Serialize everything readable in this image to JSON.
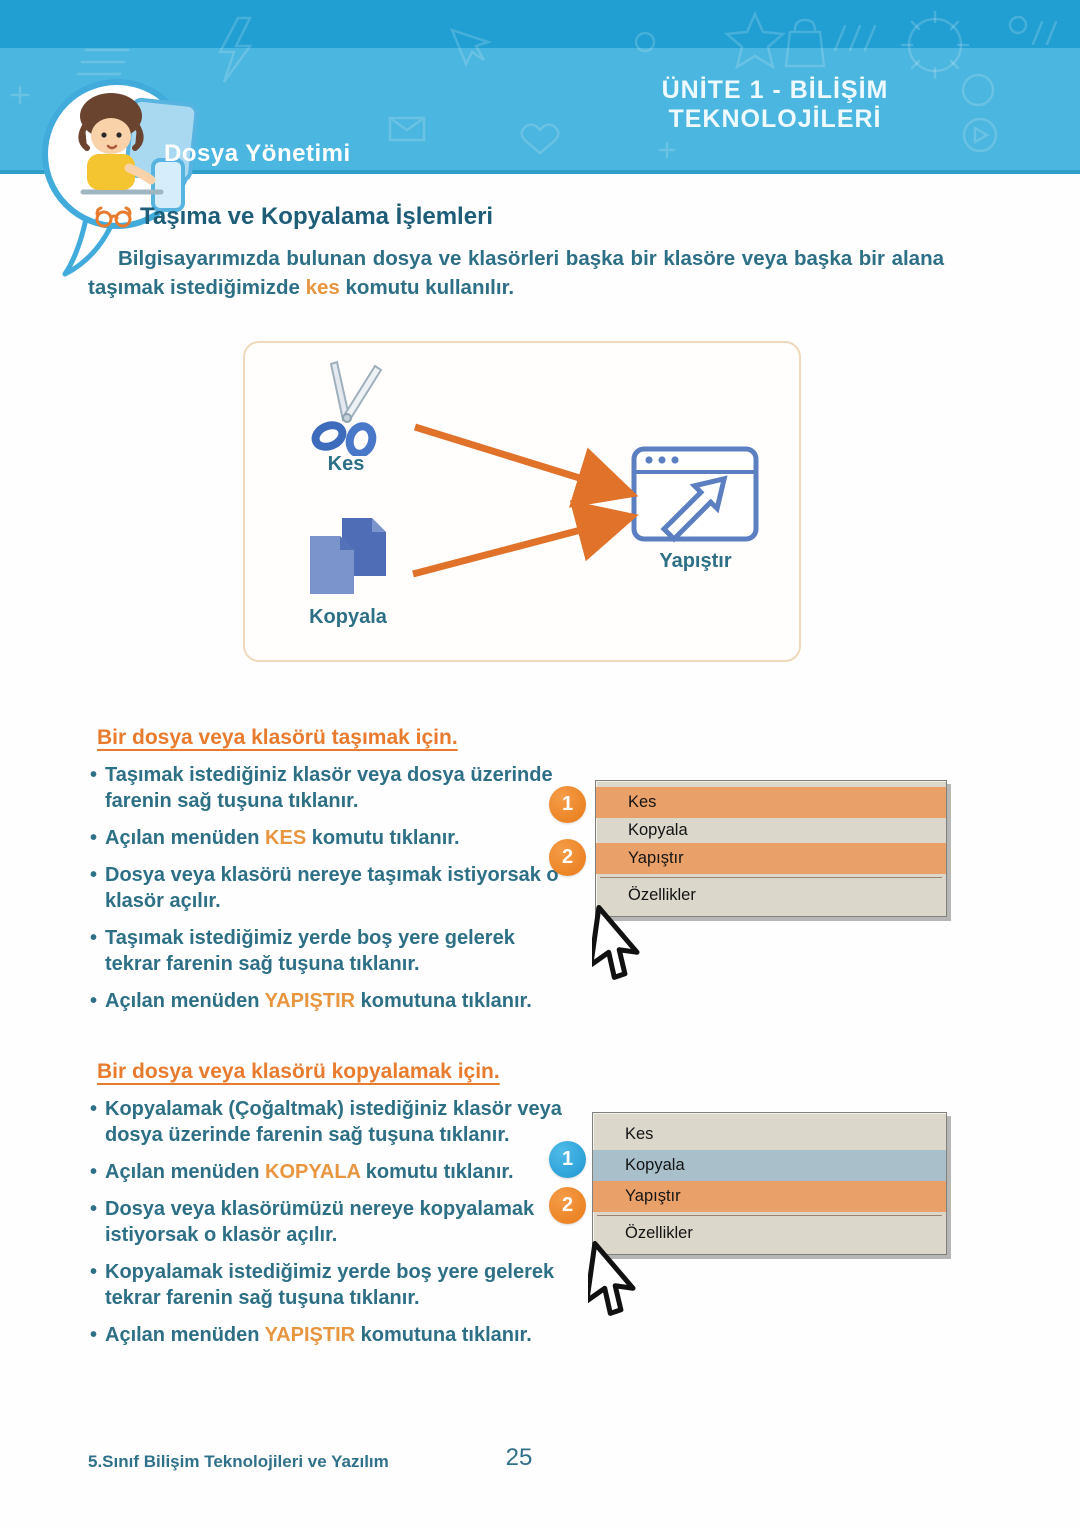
{
  "header": {
    "unit_title": "ÜNİTE 1 - BİLİŞİM TEKNOLOJİLERİ",
    "page_title": "Dosya Yönetimi"
  },
  "section": {
    "title": "Taşıma ve Kopyalama İşlemleri",
    "intro_pre": "Bilgisayarımızda bulunan dosya ve klasörleri başka bir klasöre veya başka bir alana taşımak istediğimizde ",
    "intro_em": "kes",
    "intro_post": " komutu kullanılır."
  },
  "diagram": {
    "cut_label": "Kes",
    "copy_label": "Kopyala",
    "paste_label": "Yapıştır"
  },
  "move": {
    "heading": "Bir dosya veya klasörü taşımak için.",
    "bullets": [
      {
        "pre": "Taşımak istediğiniz klasör veya dosya üzerinde farenin sağ tuşuna tıklanır.",
        "em": "",
        "post": ""
      },
      {
        "pre": "Açılan menüden ",
        "em": "KES",
        "post": " komutu tıklanır."
      },
      {
        "pre": "Dosya veya klasörü nereye taşımak istiyorsak o klasör açılır.",
        "em": "",
        "post": ""
      },
      {
        "pre": "Taşımak istediğimiz yerde boş yere gelerek tekrar farenin sağ tuşuna tıklanır.",
        "em": "",
        "post": ""
      },
      {
        "pre": "Açılan menüden ",
        "em": "YAPIŞTIR",
        "post": " komutuna tıklanır."
      }
    ]
  },
  "copy": {
    "heading": "Bir dosya veya klasörü kopyalamak için.",
    "bullets": [
      {
        "pre": "Kopyalamak (Çoğaltmak) istediğiniz klasör veya dosya üzerinde farenin sağ tuşuna tıklanır.",
        "em": "",
        "post": ""
      },
      {
        "pre": "Açılan menüden ",
        "em": "KOPYALA",
        "post": " komutu tıklanır."
      },
      {
        "pre": "Dosya veya klasörümüzü nereye kopyalamak istiyorsak o klasör açılır.",
        "em": "",
        "post": ""
      },
      {
        "pre": "Kopyalamak istediğimiz yerde boş yere gelerek tekrar farenin sağ tuşuna tıklanır.",
        "em": "",
        "post": ""
      },
      {
        "pre": "Açılan menüden ",
        "em": "YAPIŞTIR",
        "post": " komutuna tıklanır."
      }
    ]
  },
  "menu1": {
    "items": [
      {
        "label": "Kes"
      },
      {
        "label": "Kopyala"
      },
      {
        "label": "Yapıştır"
      },
      {
        "label": "Özellikler"
      }
    ],
    "badges": [
      {
        "label": "1"
      },
      {
        "label": "2"
      }
    ]
  },
  "menu2": {
    "items": [
      {
        "label": "Kes"
      },
      {
        "label": "Kopyala"
      },
      {
        "label": "Yapıştır"
      },
      {
        "label": "Özellikler"
      }
    ],
    "badges": [
      {
        "label": "1"
      },
      {
        "label": "2"
      }
    ]
  },
  "footer": {
    "book_title": "5.Sınıf Bilişim Teknolojileri ve Yazılım",
    "page_number": "25"
  },
  "colors": {
    "header_dark_blue": "#219fd3",
    "header_light_blue": "#4bb6df",
    "body_teal": "#2d7086",
    "accent_orange": "#e87b2d",
    "menu_highlight_orange": "#e9a169",
    "menu_highlight_blue": "#a9c0cb",
    "badge_orange": "#ef8420",
    "badge_blue": "#29a7dc",
    "diagram_border": "#eed9ba"
  }
}
